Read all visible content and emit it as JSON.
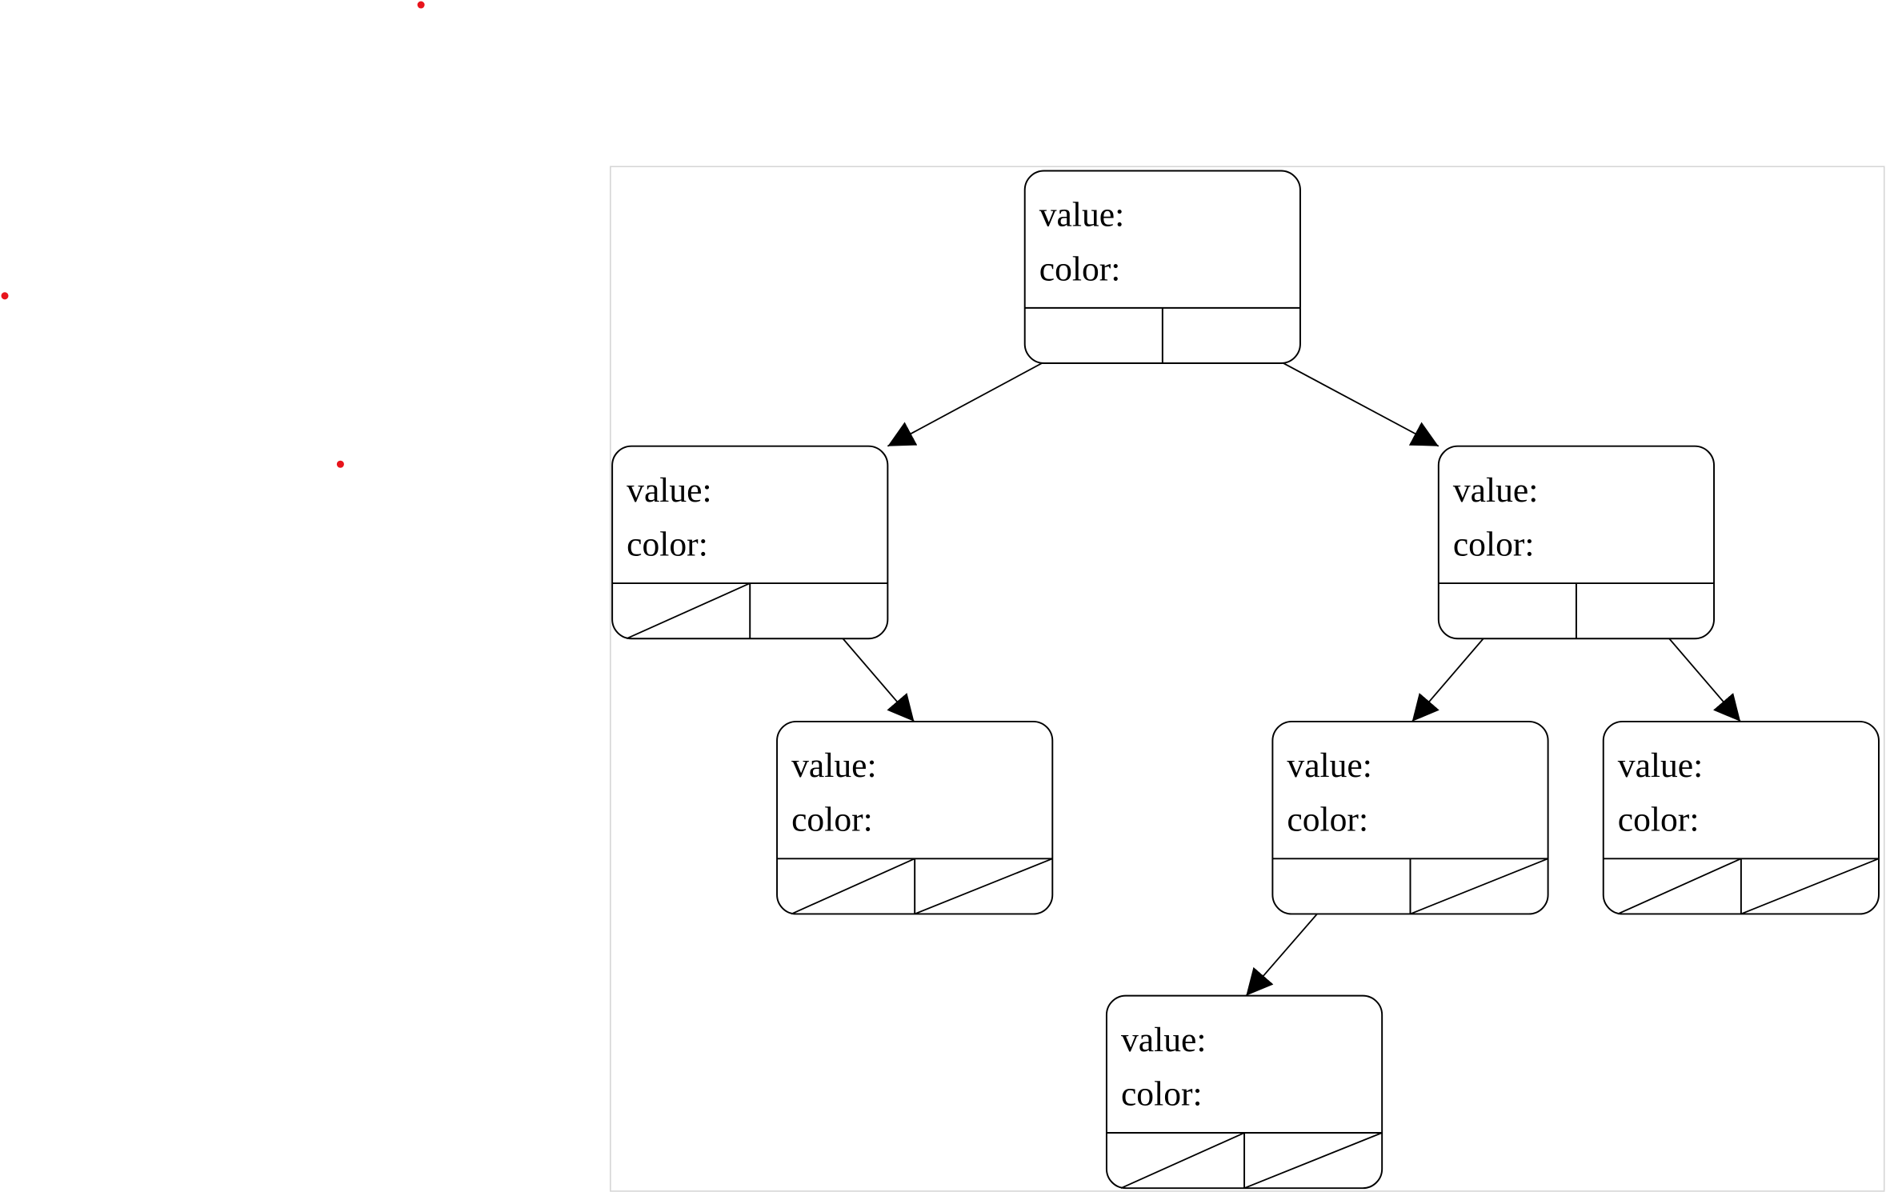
{
  "diagram": {
    "node_labels": {
      "value": "value:",
      "color": "color:"
    },
    "nodes": [
      {
        "id": "n0",
        "left_null": false,
        "right_null": false
      },
      {
        "id": "n1",
        "left_null": true,
        "right_null": false
      },
      {
        "id": "n2",
        "left_null": false,
        "right_null": false
      },
      {
        "id": "n3",
        "left_null": true,
        "right_null": true
      },
      {
        "id": "n4",
        "left_null": false,
        "right_null": true
      },
      {
        "id": "n5",
        "left_null": true,
        "right_null": true
      },
      {
        "id": "n6",
        "left_null": true,
        "right_null": true
      }
    ],
    "edges": [
      {
        "from": "n0",
        "side": "left",
        "to": "n1"
      },
      {
        "from": "n0",
        "side": "right",
        "to": "n2"
      },
      {
        "from": "n1",
        "side": "right",
        "to": "n3"
      },
      {
        "from": "n2",
        "side": "left",
        "to": "n4"
      },
      {
        "from": "n2",
        "side": "right",
        "to": "n5"
      },
      {
        "from": "n4",
        "side": "left",
        "to": "n6"
      }
    ],
    "marker_color": "#e8141c"
  }
}
